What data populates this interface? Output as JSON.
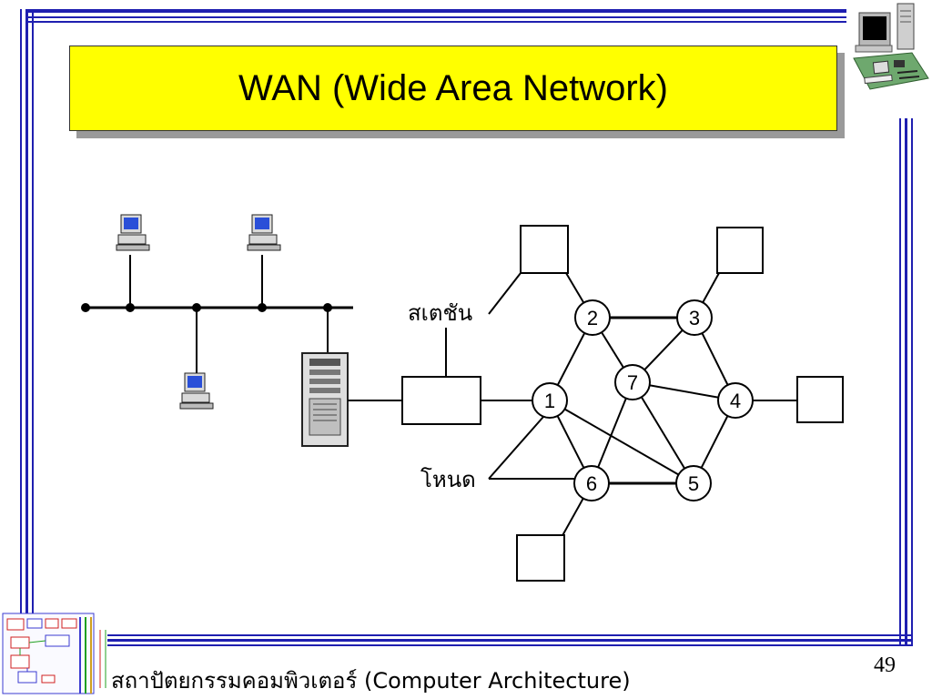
{
  "slide": {
    "title": "WAN (Wide Area Network)",
    "footer": "สถาปัตยกรรมคอมพิวเตอร์ (Computer Architecture)",
    "page_number": "49"
  },
  "diagram": {
    "station_label": "สเตชัน",
    "node_label": "โหนด",
    "nodes": [
      "1",
      "2",
      "3",
      "4",
      "5",
      "6",
      "7"
    ]
  },
  "colors": {
    "frame": "#1f1fb0",
    "title_bg": "#ffff00",
    "title_shadow": "#9a9a9a",
    "line": "#000000"
  },
  "icons": [
    "computer-clipart-icon",
    "system-diagram-logo-icon",
    "workstation-icon",
    "server-tower-icon"
  ]
}
